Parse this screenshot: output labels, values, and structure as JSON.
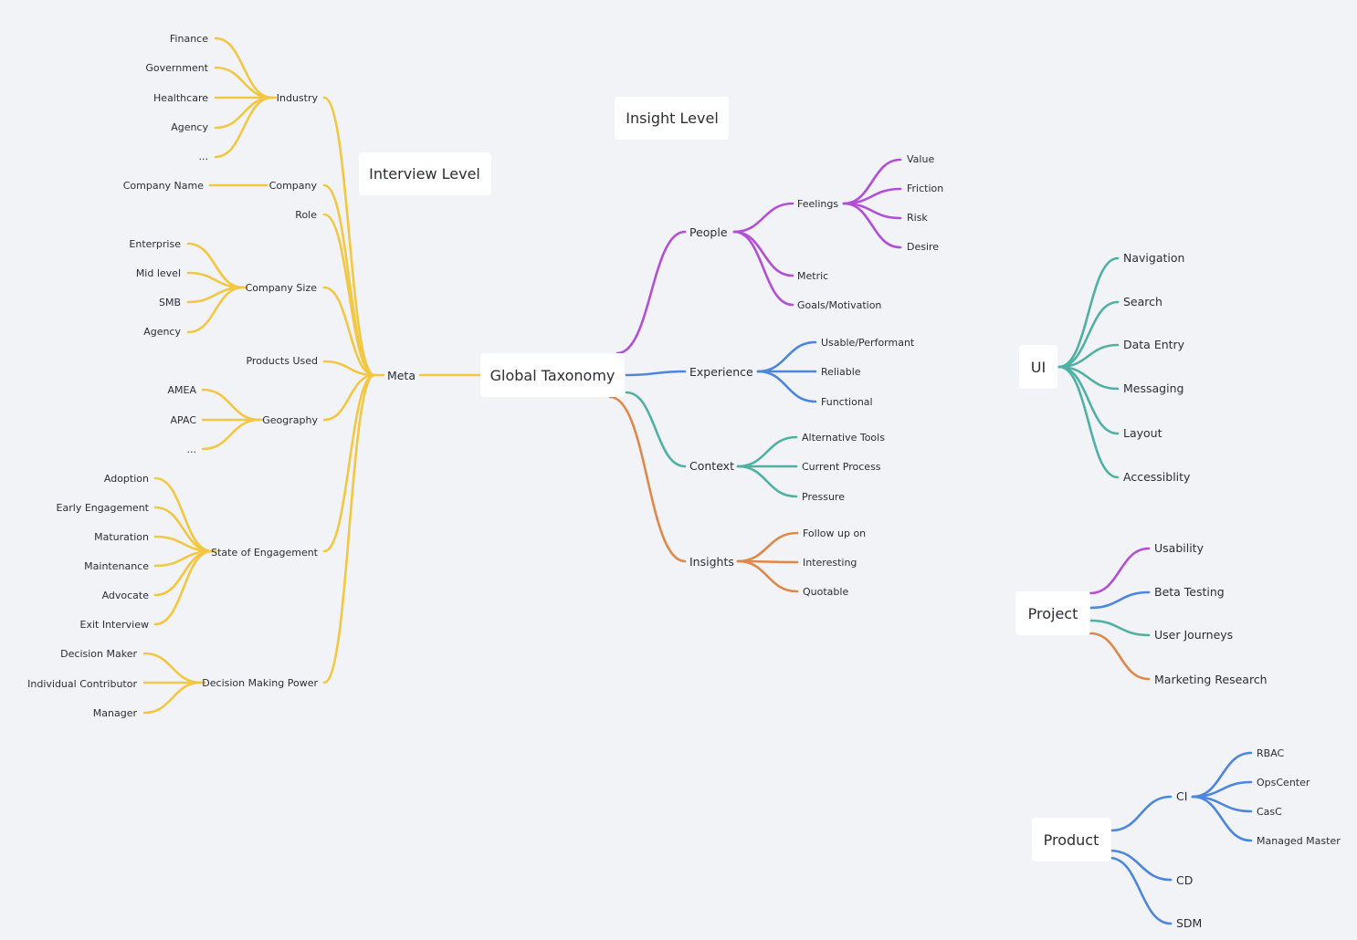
{
  "colors": {
    "yellow": "#f2c744",
    "purple": "#b34fd6",
    "blue": "#4c86dd",
    "teal": "#4fb0a3",
    "orange": "#e0884a",
    "text": "#2b2e33",
    "background": "#f2f3f6"
  },
  "floating_labels": {
    "interview_level": "Interview Level",
    "insight_level": "Insight Level"
  },
  "global": {
    "root": "Global Taxonomy",
    "meta": "Meta",
    "industry": {
      "label": "Industry",
      "children": [
        "Finance",
        "Government",
        "Healthcare",
        "Agency",
        "..."
      ]
    },
    "company": {
      "label": "Company",
      "child": "Company Name"
    },
    "role": "Role",
    "company_size": {
      "label": "Company Size",
      "children": [
        "Enterprise",
        "Mid level",
        "SMB",
        "Agency"
      ]
    },
    "products_used": "Products Used",
    "geography": {
      "label": "Geography",
      "children": [
        "AMEA",
        "APAC",
        "..."
      ]
    },
    "state_of_engagement": {
      "label": "State of Engagement",
      "children": [
        "Adoption",
        "Early Engagement",
        "Maturation",
        "Maintenance",
        "Advocate",
        "Exit Interview"
      ]
    },
    "decision_making_power": {
      "label": "Decision Making Power",
      "children": [
        "Decision Maker",
        "Individual Contributor",
        "Manager"
      ]
    },
    "people": {
      "label": "People",
      "feelings": {
        "label": "Feelings",
        "children": [
          "Value",
          "Friction",
          "Risk",
          "Desire"
        ]
      },
      "other": [
        "Metric",
        "Goals/Motivation"
      ]
    },
    "experience": {
      "label": "Experience",
      "children": [
        "Usable/Performant",
        "Reliable",
        "Functional"
      ]
    },
    "context": {
      "label": "Context",
      "children": [
        "Alternative Tools",
        "Current Process",
        "Pressure"
      ]
    },
    "insights": {
      "label": "Insights",
      "children": [
        "Follow up on",
        "Interesting",
        "Quotable"
      ]
    }
  },
  "ui_tree": {
    "root": "UI",
    "children": [
      "Navigation",
      "Search",
      "Data Entry",
      "Messaging",
      "Layout",
      "Accessiblity"
    ]
  },
  "project_tree": {
    "root": "Project",
    "children": [
      "Usability",
      "Beta Testing",
      "User Journeys",
      "Marketing Research"
    ]
  },
  "product_tree": {
    "root": "Product",
    "ci": {
      "label": "CI",
      "children": [
        "RBAC",
        "OpsCenter",
        "CasC",
        "Managed Master"
      ]
    },
    "others": [
      "CD",
      "SDM"
    ]
  }
}
